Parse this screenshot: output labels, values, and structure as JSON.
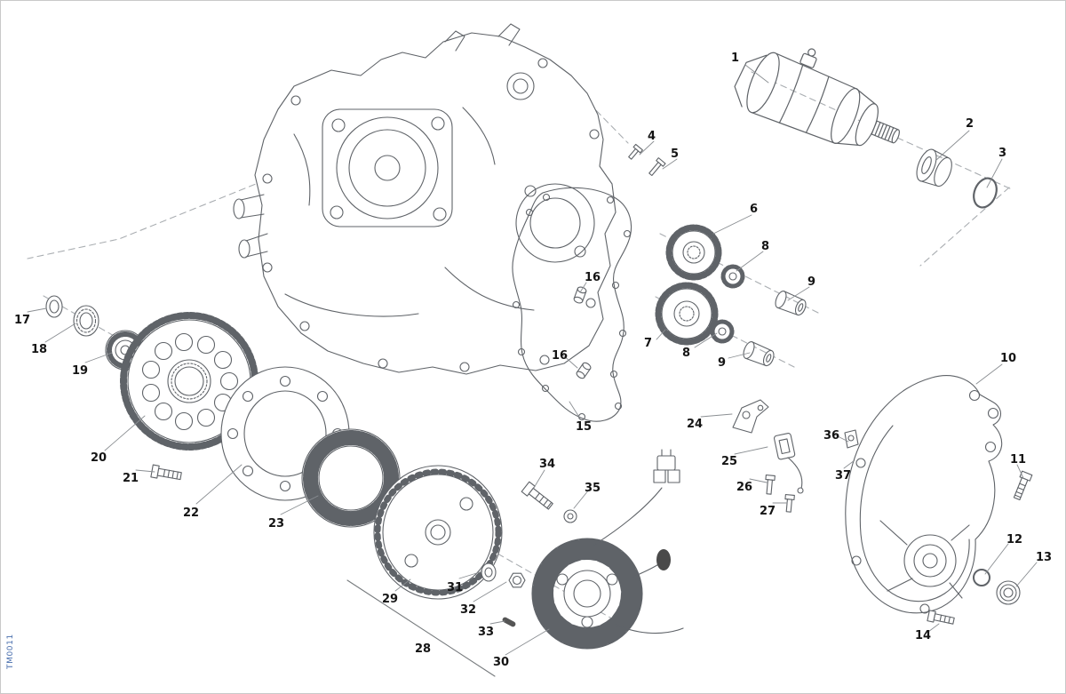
{
  "page": {
    "watermark": "TM0011",
    "background": "#ffffff"
  },
  "colors": {
    "drawing_line": "#5f6368",
    "construction_dash": "#a9adb1",
    "leader_line": "#8b8f93",
    "callout_text": "#141414",
    "watermark_text": "#4a6fae"
  },
  "callouts": [
    {
      "label": "1"
    },
    {
      "label": "2"
    },
    {
      "label": "3"
    },
    {
      "label": "4"
    },
    {
      "label": "5"
    },
    {
      "label": "6"
    },
    {
      "label": "7"
    },
    {
      "label": "8"
    },
    {
      "label": "8"
    },
    {
      "label": "9"
    },
    {
      "label": "9"
    },
    {
      "label": "10"
    },
    {
      "label": "11"
    },
    {
      "label": "12"
    },
    {
      "label": "13"
    },
    {
      "label": "14"
    },
    {
      "label": "15"
    },
    {
      "label": "16"
    },
    {
      "label": "16"
    },
    {
      "label": "17"
    },
    {
      "label": "18"
    },
    {
      "label": "19"
    },
    {
      "label": "20"
    },
    {
      "label": "21"
    },
    {
      "label": "22"
    },
    {
      "label": "23"
    },
    {
      "label": "24"
    },
    {
      "label": "25"
    },
    {
      "label": "26"
    },
    {
      "label": "27"
    },
    {
      "label": "28"
    },
    {
      "label": "29"
    },
    {
      "label": "30"
    },
    {
      "label": "31"
    },
    {
      "label": "32"
    },
    {
      "label": "33"
    },
    {
      "label": "34"
    },
    {
      "label": "35"
    },
    {
      "label": "36"
    },
    {
      "label": "37"
    }
  ]
}
